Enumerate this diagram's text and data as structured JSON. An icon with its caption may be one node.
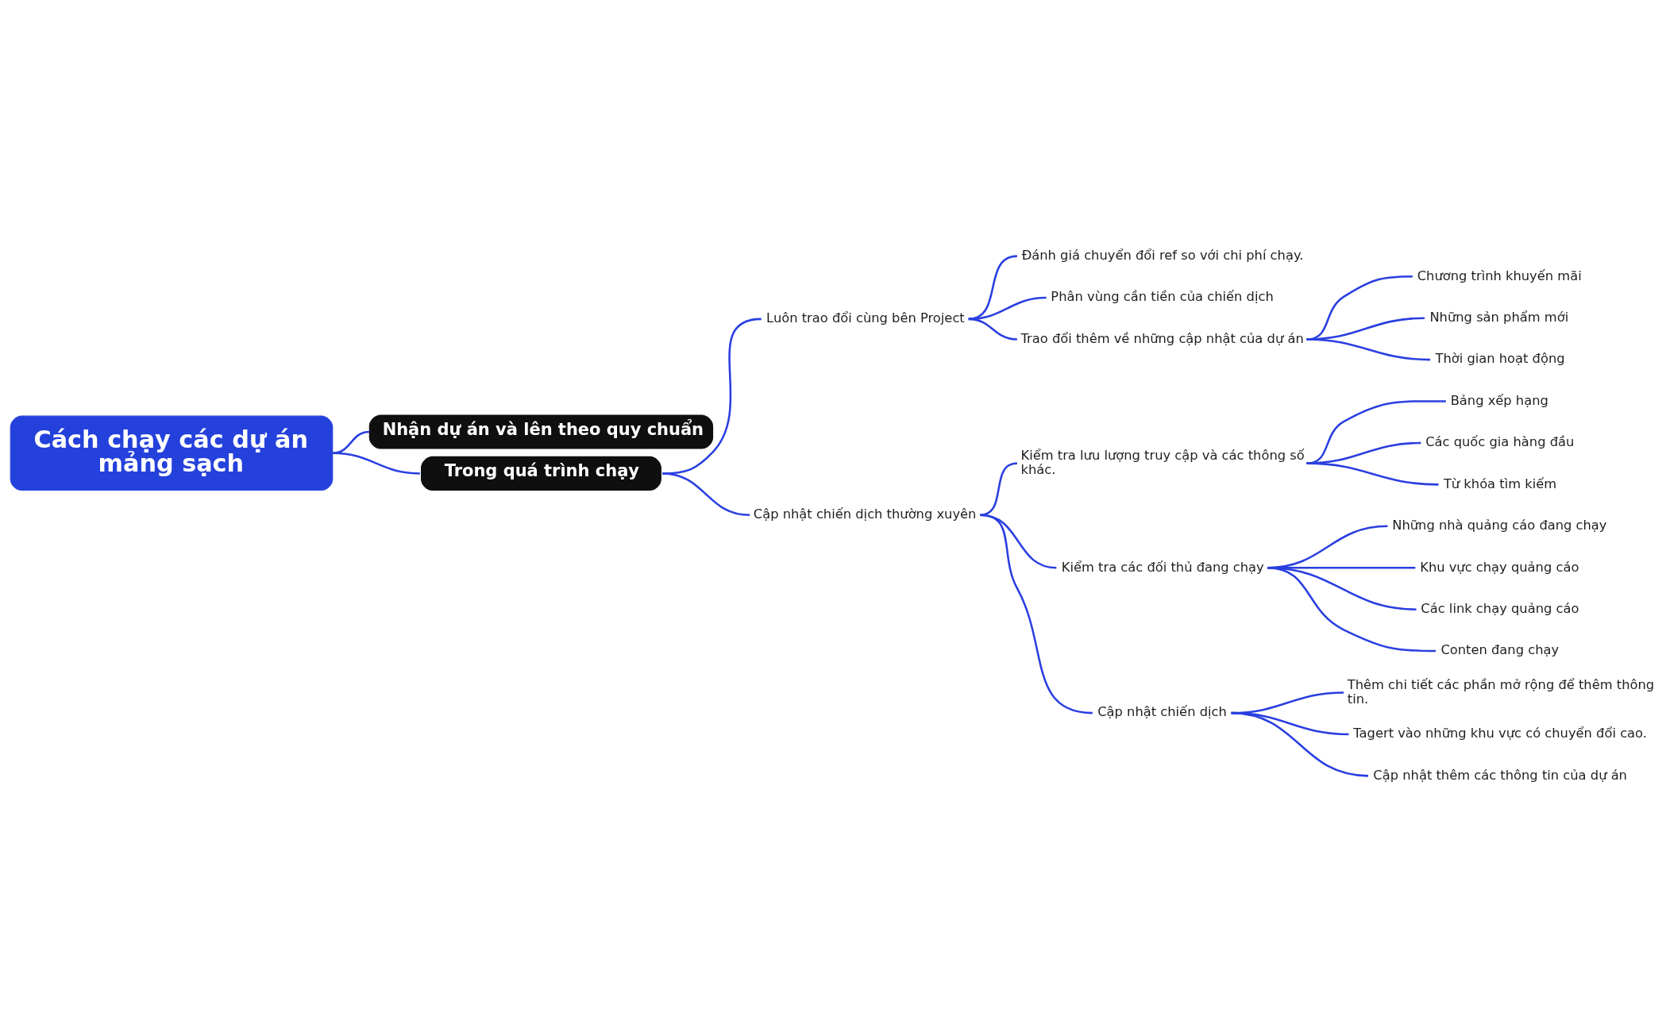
{
  "diagram": {
    "nodes": [
      {
        "text": [
          "Cách chạy các dự án mảng sạch"
        ]
      },
      {
        "text": [
          "Nhận dự án và lên theo quy chuẩn"
        ]
      },
      {
        "text": [
          "Trong quá trình chạy"
        ]
      },
      {
        "text": [
          "Luôn trao đổi cùng bên Project"
        ]
      },
      {
        "text": [
          "Đánh giá chuyển đổi ref so với chi phí chạy."
        ]
      },
      {
        "text": [
          "Phân vùng cần tiền của chiến dịch"
        ]
      },
      {
        "text": [
          "Trao đổi thêm về những cập nhật của dự án"
        ]
      },
      {
        "text": [
          "Chương trình khuyến mãi"
        ]
      },
      {
        "text": [
          "Những sản phẩm mới"
        ]
      },
      {
        "text": [
          "Thời gian hoạt động"
        ]
      },
      {
        "text": [
          "Cập nhật chiến dịch thường xuyên"
        ]
      },
      {
        "text": [
          "Kiểm tra lưu lượng truy cập và các thông số khác."
        ]
      },
      {
        "text": [
          "Bảng xếp hạng"
        ]
      },
      {
        "text": [
          "Các quốc gia hàng đầu"
        ]
      },
      {
        "text": [
          "Từ khóa tìm kiếm"
        ]
      },
      {
        "text": [
          "Kiểm tra các đối thủ đang chạy"
        ]
      },
      {
        "text": [
          "Những nhà quảng cáo đang chạy"
        ]
      },
      {
        "text": [
          "Khu vực chạy quảng cáo"
        ]
      },
      {
        "text": [
          "Các link chạy quảng cáo"
        ]
      },
      {
        "text": [
          "Conten đang chạy"
        ]
      },
      {
        "text": [
          "Cập nhật chiến dịch"
        ]
      },
      {
        "text": [
          "Thêm chi tiết các phần mở rộng để thêm thông tin."
        ]
      },
      {
        "text": [
          "Tagert vào những khu vực có chuyển đổi cao."
        ]
      },
      {
        "text": [
          "Cập nhật thêm các thông tin của dự án"
        ]
      }
    ],
    "edges": [
      {
        "from": 0,
        "to": 1,
        "arrow": "none"
      },
      {
        "from": 0,
        "to": 2,
        "arrow": "none"
      },
      {
        "from": 2,
        "to": 3,
        "arrow": "none"
      },
      {
        "from": 3,
        "to": 4,
        "arrow": "none"
      },
      {
        "from": 3,
        "to": 5,
        "arrow": "none"
      },
      {
        "from": 3,
        "to": 6,
        "arrow": "none"
      },
      {
        "from": 6,
        "to": 7,
        "arrow": "none"
      },
      {
        "from": 6,
        "to": 8,
        "arrow": "none"
      },
      {
        "from": 6,
        "to": 9,
        "arrow": "none"
      },
      {
        "from": 2,
        "to": 10,
        "arrow": "none"
      },
      {
        "from": 10,
        "to": 11,
        "arrow": "none"
      },
      {
        "from": 11,
        "to": 12,
        "arrow": "none"
      },
      {
        "from": 11,
        "to": 13,
        "arrow": "none"
      },
      {
        "from": 11,
        "to": 14,
        "arrow": "none"
      },
      {
        "from": 10,
        "to": 15,
        "arrow": "none"
      },
      {
        "from": 15,
        "to": 16,
        "arrow": "none"
      },
      {
        "from": 15,
        "to": 17,
        "arrow": "none"
      },
      {
        "from": 15,
        "to": 18,
        "arrow": "none"
      },
      {
        "from": 15,
        "to": 19,
        "arrow": "none"
      },
      {
        "from": 10,
        "to": 20,
        "arrow": "none"
      },
      {
        "from": 20,
        "to": 21,
        "arrow": "none"
      },
      {
        "from": 20,
        "to": 22,
        "arrow": "none"
      },
      {
        "from": 20,
        "to": 23,
        "arrow": "none"
      }
    ]
  }
}
